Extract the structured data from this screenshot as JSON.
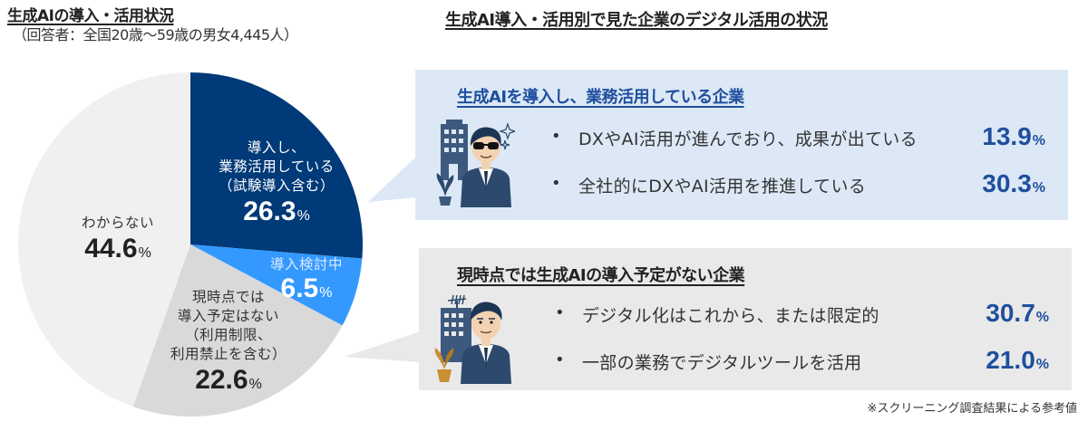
{
  "left": {
    "title": "生成AIの導入・活用状況",
    "subtitle": "（回答者：全国20歳〜59歳の男女4,445人）"
  },
  "right": {
    "title": "生成AI導入・活用別で見た企業のデジタル活用の状況"
  },
  "chart_data": [
    {
      "type": "pie",
      "title": "生成AIの導入・活用状況",
      "subtitle": "（回答者：全国20歳〜59歳の男女4,445人）",
      "unit": "%",
      "start_angle": "12 o'clock, clockwise",
      "slices": [
        {
          "label": "導入し、業務活用している（試験導入含む）",
          "value": 26.3,
          "color": "#003a78"
        },
        {
          "label": "導入検討中",
          "value": 6.5,
          "color": "#3399ff"
        },
        {
          "label": "現時点では導入予定はない（利用制限、利用禁止を含む）",
          "value": 22.6,
          "color": "#d9d9d9"
        },
        {
          "label": "わからない",
          "value": 44.6,
          "color": "#f0f0f0"
        }
      ]
    },
    {
      "type": "table",
      "title": "生成AI導入・活用別で見た企業のデジタル活用の状況",
      "groups": [
        {
          "name": "生成AIを導入し、業務活用している企業",
          "rows": [
            {
              "label": "DXやAI活用が進んでおり、成果が出ている",
              "value": 13.9
            },
            {
              "label": "全社的にDXやAI活用を推進している",
              "value": 30.3
            }
          ]
        },
        {
          "name": "現時点では生成AIの導入予定がない企業",
          "rows": [
            {
              "label": "デジタル化はこれから、または限定的",
              "value": 30.7
            },
            {
              "label": "一部の業務でデジタルツールを活用",
              "value": 21.0
            }
          ]
        }
      ],
      "unit": "%"
    }
  ],
  "pie": {
    "slices": [
      {
        "lines": [
          "導入し、",
          "業務活用している",
          "（試験導入含む）"
        ],
        "value": "26.3",
        "pct": "%"
      },
      {
        "lines": [
          "導入検討中"
        ],
        "value": "6.5",
        "pct": "%"
      },
      {
        "lines": [
          "現時点では",
          "導入予定はない",
          "（利用制限、",
          "利用禁止を含む）"
        ],
        "value": "22.6",
        "pct": "%"
      },
      {
        "lines": [
          "わからない"
        ],
        "value": "44.6",
        "pct": "%"
      }
    ]
  },
  "panels": [
    {
      "title": "生成AIを導入し、業務活用している企業",
      "icon": "businessman-sunglasses-icon",
      "rows": [
        {
          "bullet": "•",
          "label": "DXやAI活用が進んでおり、成果が出ている",
          "value": "13.9",
          "pct": "%"
        },
        {
          "bullet": "•",
          "label": "全社的にDXやAI活用を推進している",
          "value": "30.3",
          "pct": "%"
        }
      ]
    },
    {
      "title": "現時点では生成AIの導入予定がない企業",
      "icon": "businessman-older-icon",
      "rows": [
        {
          "bullet": "•",
          "label": "デジタル化はこれから、または限定的",
          "value": "30.7",
          "pct": "%"
        },
        {
          "bullet": "•",
          "label": "一部の業務でデジタルツールを活用",
          "value": "21.0",
          "pct": "%"
        }
      ]
    }
  ],
  "footnote": "※スクリーニング調査結果による参考値",
  "colors": {
    "navy": "#003a78",
    "bright_blue": "#3399ff",
    "light_gray": "#d9d9d9",
    "very_light_gray": "#f0f0f0",
    "panel_blue": "#dce8f6",
    "panel_gray": "#e9e9e9",
    "value_blue": "#1f4f9e"
  }
}
